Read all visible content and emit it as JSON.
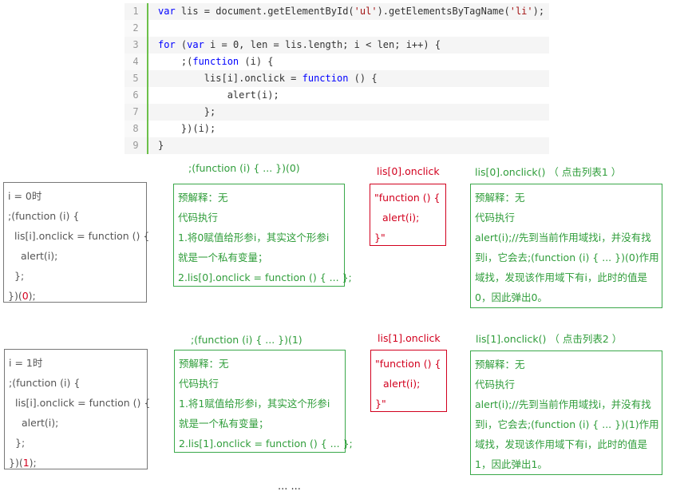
{
  "code": {
    "lines": [
      {
        "n": "1",
        "html": "<span class=\"kw\">var</span> lis = document.getElementById(<span class=\"str\">'ul'</span>).getElementsByTagName(<span class=\"str\">'li'</span>);"
      },
      {
        "n": "2",
        "html": ""
      },
      {
        "n": "3",
        "html": "<span class=\"kw\">for</span> (<span class=\"kw\">var</span> i = 0, len = lis.length; i &lt; len; i++) {"
      },
      {
        "n": "4",
        "html": "    ;(<span class=\"kw\">function</span> (i) {"
      },
      {
        "n": "5",
        "html": "        lis[i].onclick = <span class=\"kw\">function</span> () {"
      },
      {
        "n": "6",
        "html": "            alert(i);"
      },
      {
        "n": "7",
        "html": "        };"
      },
      {
        "n": "8",
        "html": "    })(i);"
      },
      {
        "n": "9",
        "html": "}"
      }
    ]
  },
  "rows": [
    {
      "scope": {
        "lines": [
          "i = 0时",
          ";(function (i) {",
          "  lis[i].onclick = function () {",
          "    alert(i);",
          "  };",
          "})(0);"
        ]
      },
      "exec_caption": ";(function (i) { ... })(0)",
      "exec": {
        "lines": [
          "预解释：无",
          "代码执行",
          "1.将0赋值给形参i，其实这个形参i",
          "就是一个私有变量；",
          "2.lis[0].onclick = function () { ... };"
        ]
      },
      "onclick_caption": "lis[0].onclick",
      "onclick": {
        "lines": [
          "\"function () {",
          "  alert(i);",
          "}\""
        ]
      },
      "click_caption": "lis[0].onclick() （ 点击列表1 ）",
      "click": {
        "lines": [
          "预解释：无",
          "代码执行",
          "alert(i);//先到当前作用域找i，并没有找",
          "到i，它会去;(function (i) { ... })(0)作用",
          "域找，发现该作用域下有i，此时的值是",
          "0，因此弹出0。"
        ]
      }
    },
    {
      "scope": {
        "lines": [
          "i = 1时",
          ";(function (i) {",
          "  lis[i].onclick = function () {",
          "    alert(i);",
          "  };",
          "})(1);"
        ]
      },
      "exec_caption": ";(function (i) { ... })(1)",
      "exec": {
        "lines": [
          "预解释：无",
          "代码执行",
          "1.将1赋值给形参i，其实这个形参i",
          "就是一个私有变量；",
          "2.lis[1].onclick = function () { ... };"
        ]
      },
      "onclick_caption": "lis[1].onclick",
      "onclick": {
        "lines": [
          "\"function () {",
          "  alert(i);",
          "}\""
        ]
      },
      "click_caption": "lis[1].onclick() （ 点击列表2 ）",
      "click": {
        "lines": [
          "预解释：无",
          "代码执行",
          "alert(i);//先到当前作用域找i，并没有找",
          "到i，它会去;(function (i) { ... })(1)作用",
          "域找，发现该作用域下有i，此时的值是",
          "1，因此弹出1。"
        ]
      }
    }
  ],
  "ellipsis": "... ..."
}
